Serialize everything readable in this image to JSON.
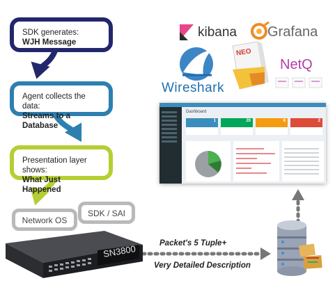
{
  "steps": [
    {
      "line1": "SDK generates:",
      "line2": "WJH Message"
    },
    {
      "line1": "Agent collects the data:",
      "line2": "Streams to a Database"
    },
    {
      "line1": "Presentation layer shows:",
      "line2": "What Just Happened"
    }
  ],
  "tags": {
    "network_os": "Network OS",
    "sdk_sai": "SDK / SAI"
  },
  "switch_label": "SN3800",
  "logos": {
    "kibana": "kibana",
    "grafana": "Grafana",
    "wireshark": "Wireshark",
    "neo": "NEO",
    "netq": "NetQ"
  },
  "captions": {
    "line1": "Packet's 5 Tuple+",
    "line2": "Very Detailed Description"
  },
  "dashboard": {
    "title": "Dashboard",
    "cards": [
      {
        "value": "1",
        "color": "#3c8dbc"
      },
      {
        "value": "20",
        "color": "#00a65a"
      },
      {
        "value": "6",
        "color": "#f39c12"
      },
      {
        "value": "2",
        "color": "#dd4b39"
      }
    ]
  },
  "colors": {
    "step1": "#22276d",
    "step2": "#2e7fb1",
    "step3": "#b6ce34",
    "gray": "#b9b9b9",
    "kibana_pink": "#e8478b",
    "grafana_orange": "#f08a24",
    "wireshark_blue": "#1e6fb0",
    "netq_purple": "#b33ea7"
  }
}
